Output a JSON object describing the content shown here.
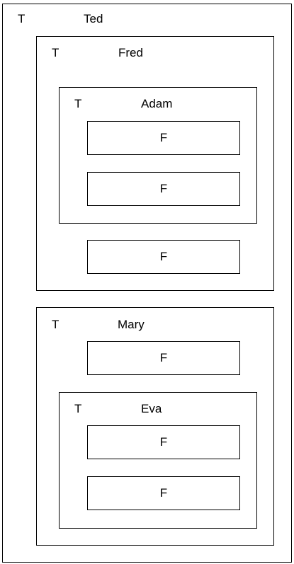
{
  "tree": {
    "ted": {
      "type": "T",
      "name": "Ted"
    },
    "fred": {
      "type": "T",
      "name": "Fred"
    },
    "adam": {
      "type": "T",
      "name": "Adam",
      "children": [
        "F",
        "F"
      ]
    },
    "fred_leaf": "F",
    "mary": {
      "type": "T",
      "name": "Mary"
    },
    "mary_leaf": "F",
    "eva": {
      "type": "T",
      "name": "Eva",
      "children": [
        "F",
        "F"
      ]
    }
  }
}
